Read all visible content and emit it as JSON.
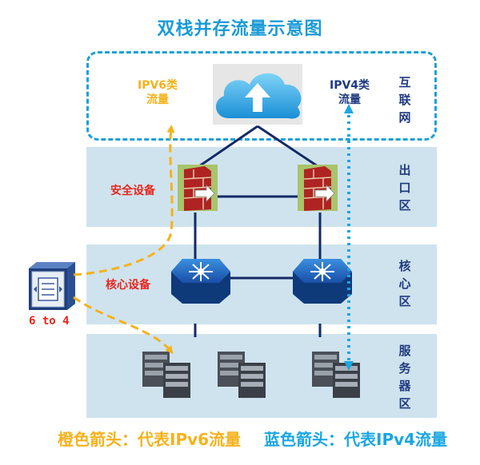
{
  "title": "双栈并存流量示意图",
  "zones": {
    "internet": "互联网",
    "egress": "出口区",
    "core": "核心区",
    "server": "服务器区"
  },
  "devices": {
    "security": "安全设备",
    "core": "核心设备",
    "converter": "6 to 4"
  },
  "traffic": {
    "ipv6_line1": "IPV6类",
    "ipv6_line2": "流量",
    "ipv4_line1": "IPV4类",
    "ipv4_line2": "流量"
  },
  "legend": {
    "orange": "橙色箭头：代表IPv6流量",
    "blue": "蓝色箭头：代表IPv4流量"
  },
  "colors": {
    "ipv6_orange": "#f5b21b",
    "ipv4_blue": "#19a7e2",
    "title_blue": "#1a9bd7",
    "zone_fill": "#cfe3ee",
    "label_red": "#e8261c",
    "zone_label_navy": "#1f3a80",
    "link_navy": "#142a66"
  },
  "icons": [
    "cloud-upload-icon",
    "firewall-icon",
    "core-switch-icon",
    "server-rack-icon",
    "protocol-converter-icon"
  ]
}
